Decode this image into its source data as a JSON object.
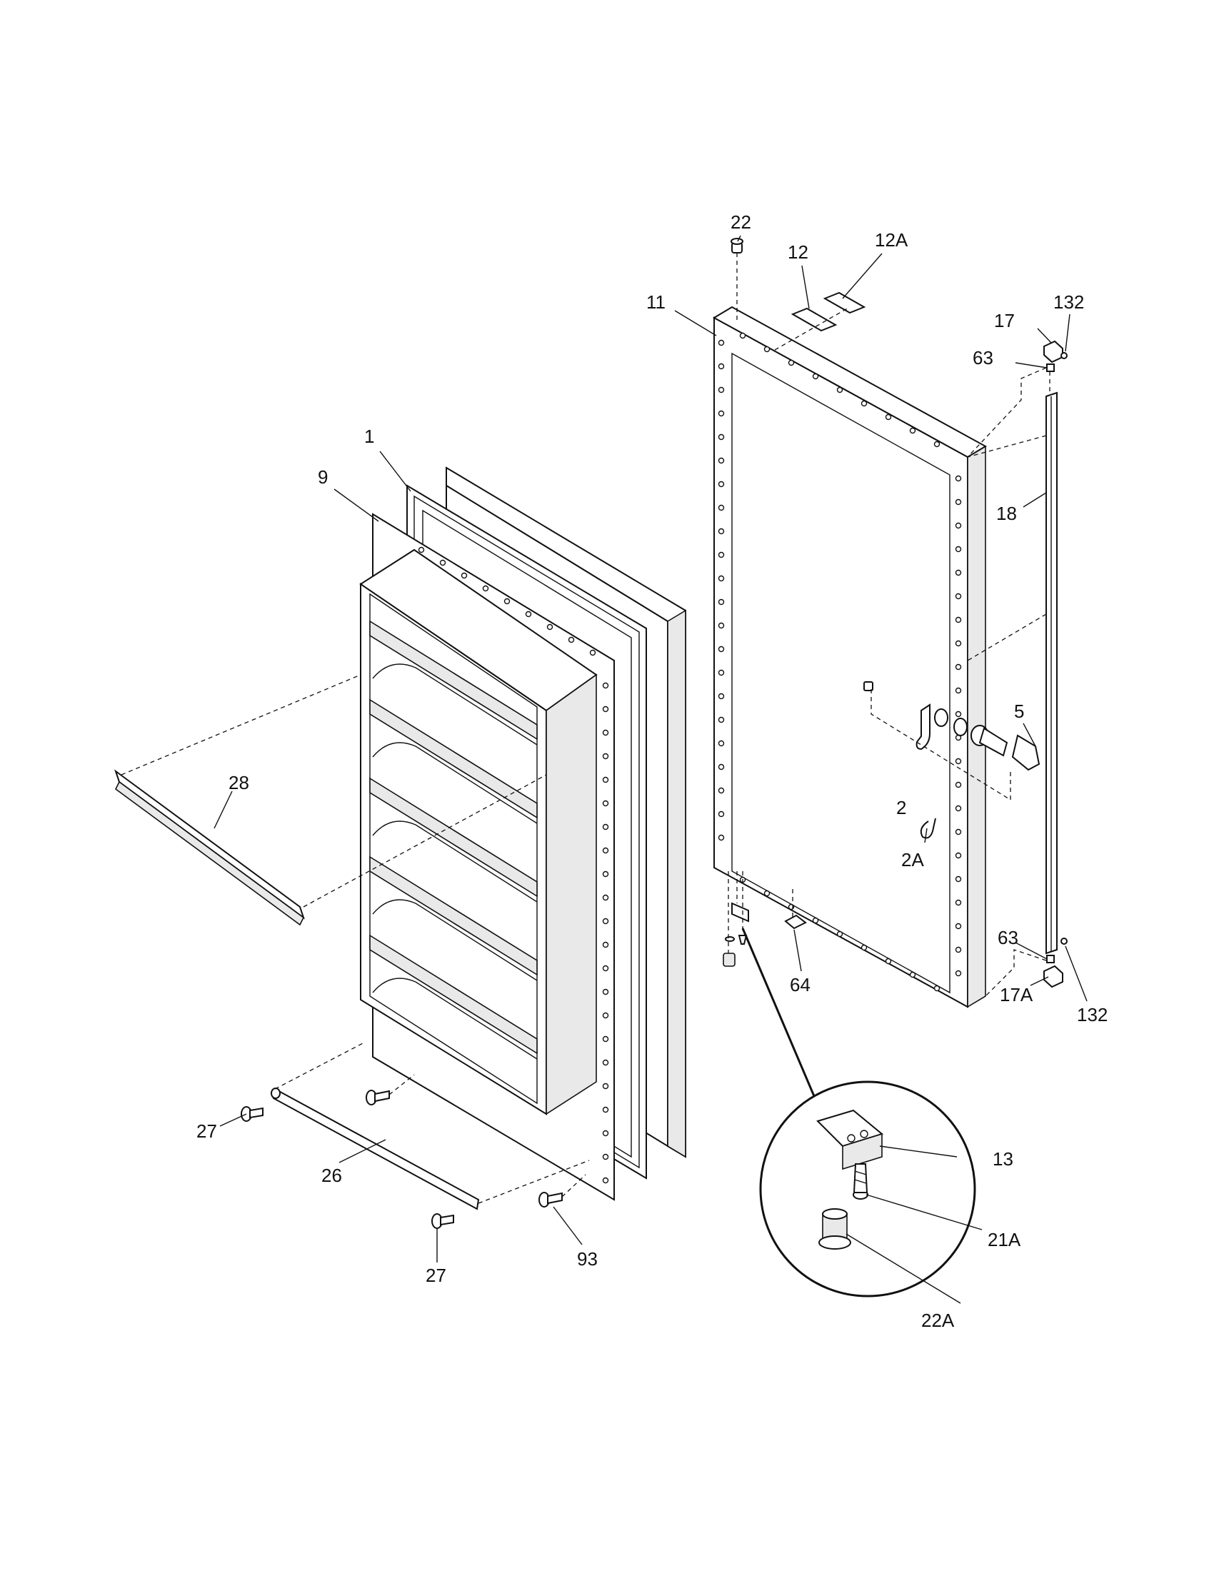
{
  "diagram": {
    "callouts": {
      "c1": "1",
      "c2": "2",
      "c2A": "2A",
      "c5": "5",
      "c9": "9",
      "c11": "11",
      "c12": "12",
      "c12A": "12A",
      "c13": "13",
      "c17": "17",
      "c17A": "17A",
      "c18": "18",
      "c21A": "21A",
      "c22": "22",
      "c22A": "22A",
      "c26": "26",
      "c27a": "27",
      "c27b": "27",
      "c28": "28",
      "c63a": "63",
      "c63b": "63",
      "c64": "64",
      "c93": "93",
      "c132a": "132",
      "c132b": "132"
    }
  }
}
